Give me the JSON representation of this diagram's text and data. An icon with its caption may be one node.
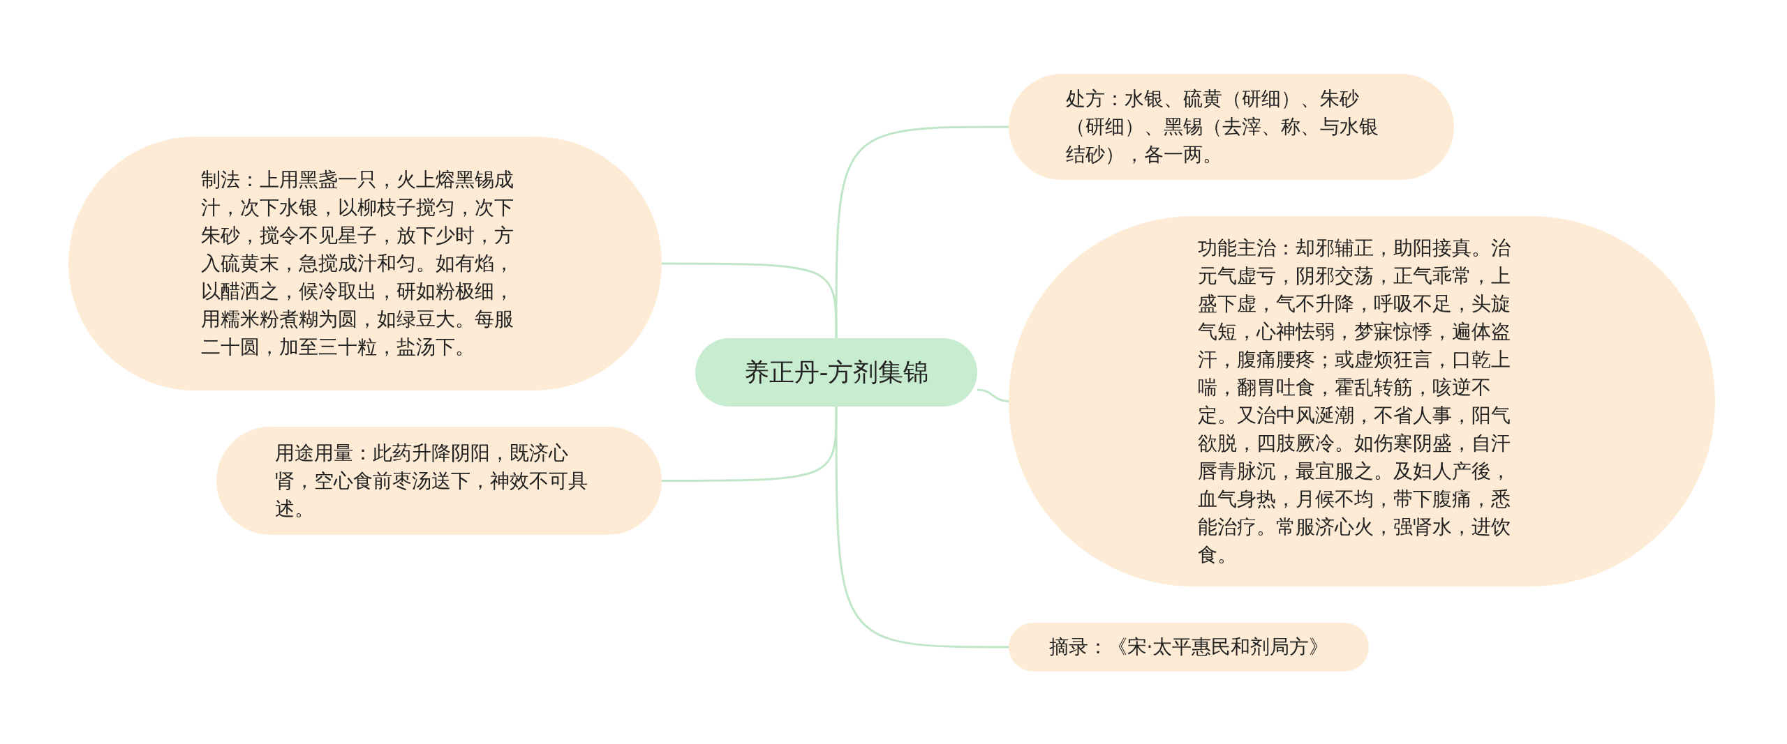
{
  "diagram": {
    "nodes": [
      {
        "text": [
          "养正丹-方剂集锦"
        ]
      },
      {
        "text": [
          "制法：上用黑盏一只，火上熔黑锡成汁，次下水银，以柳枝子搅匀，次下朱砂，搅令不见星子，放下少时，方入硫黄末，急搅成汁和匀。如有焰，以醋洒之，候冷取出，研如粉极细，用糯米粉煮糊为圆，如绿豆大。每服二十圆，加至三十粒，盐汤下。"
        ]
      },
      {
        "text": [
          "用途用量：此药升降阴阳，既济心肾，空心食前枣汤送下，神效不可具述。"
        ]
      },
      {
        "text": [
          "处方：水银、硫黄（研细）、朱砂（研细）、黑锡（去滓、称、与水银结砂），各一两。"
        ]
      },
      {
        "text": [
          "功能主治：却邪辅正，助阳接真。治元气虚亏，阴邪交荡，正气乖常，上盛下虚，气不升降，呼吸不足，头旋气短，心神怯弱，梦寐惊悸，遍体盗汗，腹痛腰疼；或虚烦狂言，口乾上喘，翻胃吐食，霍乱转筋，咳逆不定。又治中风涎潮，不省人事，阳气欲脱，四肢厥冷。如伤寒阴盛，自汗唇青脉沉，最宜服之。及妇人产後，血气身热，月候不均，带下腹痛，悉能治疗。常服济心火，强肾水，进饮食。"
        ]
      },
      {
        "text": [
          "摘录：《宋·太平惠民和剂局方》"
        ]
      }
    ],
    "edges": [
      {
        "from": 0,
        "to": 1,
        "arrow": "none"
      },
      {
        "from": 0,
        "to": 2,
        "arrow": "none"
      },
      {
        "from": 0,
        "to": 3,
        "arrow": "none"
      },
      {
        "from": 0,
        "to": 4,
        "arrow": "none"
      },
      {
        "from": 0,
        "to": 5,
        "arrow": "none"
      }
    ]
  }
}
